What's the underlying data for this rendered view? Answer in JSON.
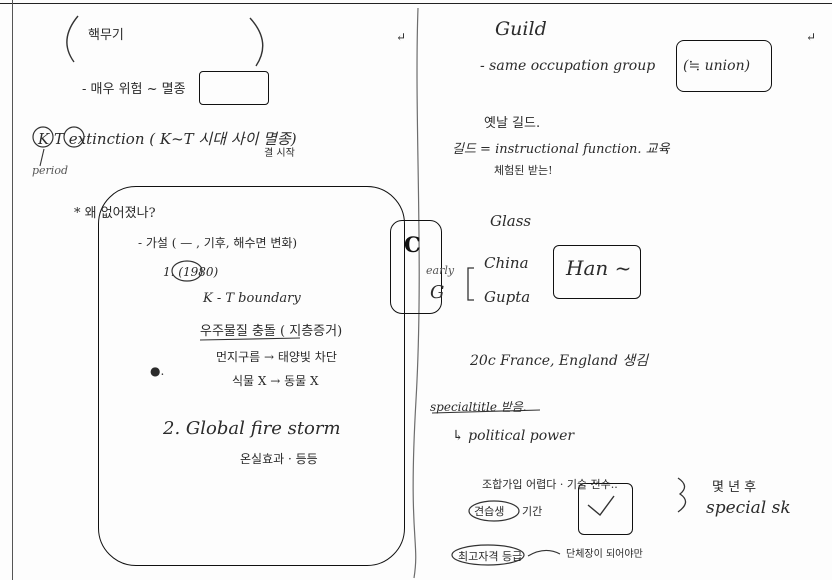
{
  "colors": {
    "ink": "#2b2b2b",
    "box": "#111111",
    "paper": "#fdfdfd"
  },
  "left_column": {
    "heading_korean": "핵무기",
    "line_risk": "- 매우 위험 ~ 멸종",
    "kt_extinction": "K  T   extinction  ( K~T 시대 사이 멸종)",
    "kt_note": "결 시작",
    "period": "period",
    "why_title": "* 왜 없어졌나?",
    "hypothesis": "- 가설 ( — , 기후, 해수면 변화)",
    "item1_num": "1. (1980)",
    "kt_boundary": "K - T  boundary",
    "collision": "우주물질 충돌 ( 지층증거)",
    "dust": "먼지구름 → 태양빛 차단",
    "bullet": "●.",
    "plants": "식물 X → 동물 X",
    "item2": "2.  Global  fire  storm",
    "item2_sub": "온실효과 · 등등"
  },
  "right_column": {
    "guild_title": "Guild",
    "occupation": "- same occupation group",
    "union": "(≒ union)",
    "old_guild": "옛날 길드.",
    "guild_function": "길드 = instructional  function. 교육",
    "guild_function2": "체험된 받는!",
    "glass": "Glass",
    "early": "early",
    "china": "China",
    "han": "Han ~",
    "g_mark": "G",
    "gupta": "Gupta",
    "twentieth": "20c    France,  England   생김",
    "special_title": "specialtitle  받음.",
    "political_power": "↳ political   power",
    "line_tech": "조합가입 어렵다 · 기술 전수..",
    "apprentice": "견습생",
    "apprentice_rest": "기간",
    "brace_note": "몇 년 후",
    "special_skill": "special  sk",
    "master": "최고자격 등급",
    "master_rest": "단체장이 되어야만"
  },
  "annotations": {
    "letter_c": "C",
    "return_marks": [
      "↵",
      "↵"
    ]
  }
}
